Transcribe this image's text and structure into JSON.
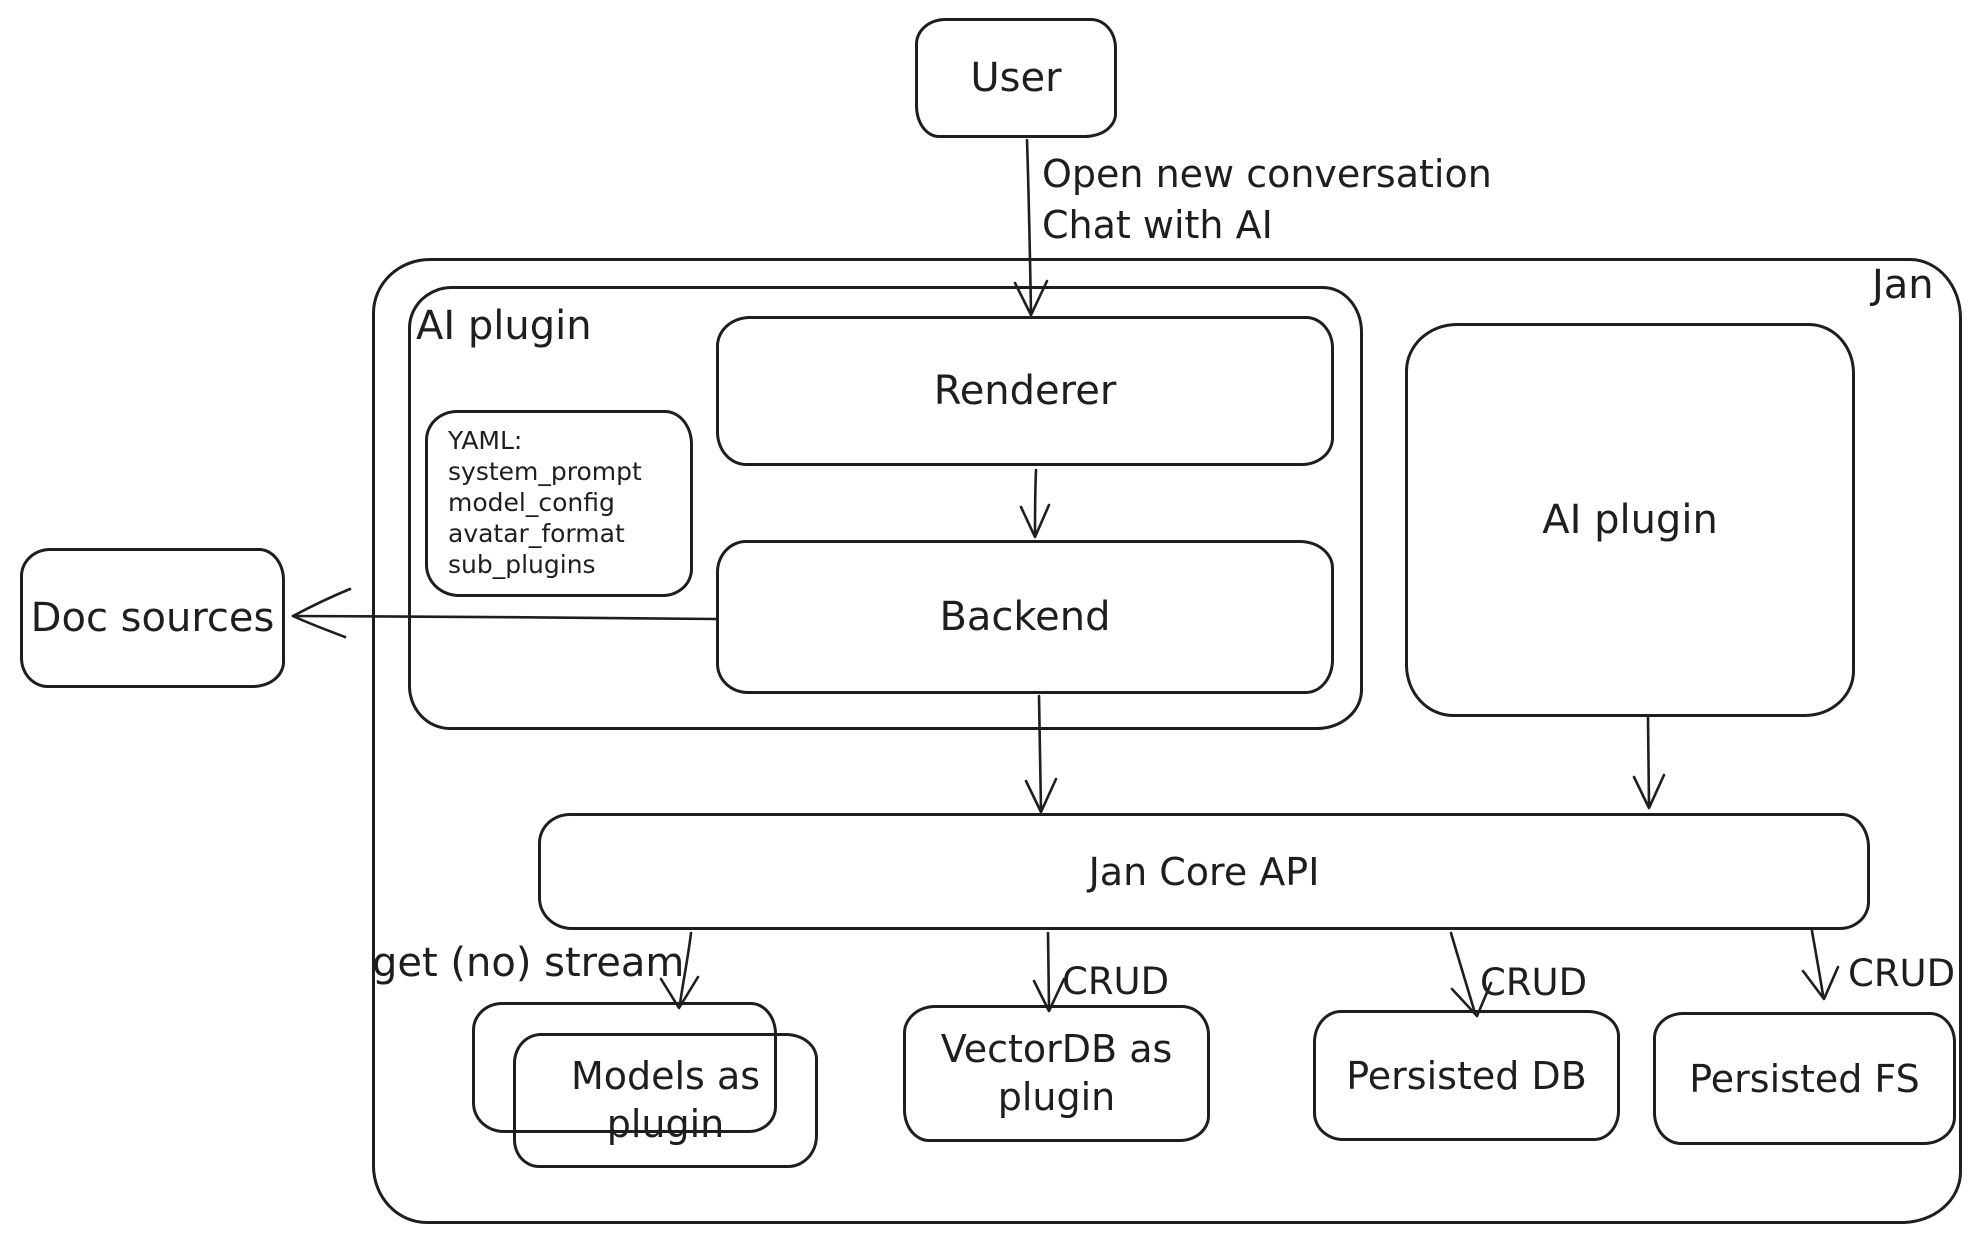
{
  "colors": {
    "stroke": "#1e1e1e",
    "background": "#ffffff"
  },
  "diagram": {
    "user_box": "User",
    "user_edge_label_line1": "Open new conversation",
    "user_edge_label_line2": "Chat with AI",
    "jan_container_label": "Jan",
    "ai_plugin_container_label": "AI plugin",
    "yaml_note": {
      "title": "YAML:",
      "lines": [
        "system_prompt",
        "model_config",
        "avatar_format",
        "sub_plugins"
      ]
    },
    "renderer_box": "Renderer",
    "backend_box": "Backend",
    "doc_sources_box": "Doc sources",
    "ai_plugin_box": "AI plugin",
    "jan_core_api_box": "Jan Core API",
    "stream_edge_label": "get (no) stream",
    "crud_edge_label_vectordb": "CRUD",
    "crud_edge_label_db": "CRUD",
    "crud_edge_label_fs": "CRUD",
    "models_box_line1": "Models as",
    "models_box_line2": "plugin",
    "vectordb_box_line1": "VectorDB as",
    "vectordb_box_line2": "plugin",
    "persisted_db_box": "Persisted DB",
    "persisted_fs_box": "Persisted FS"
  }
}
